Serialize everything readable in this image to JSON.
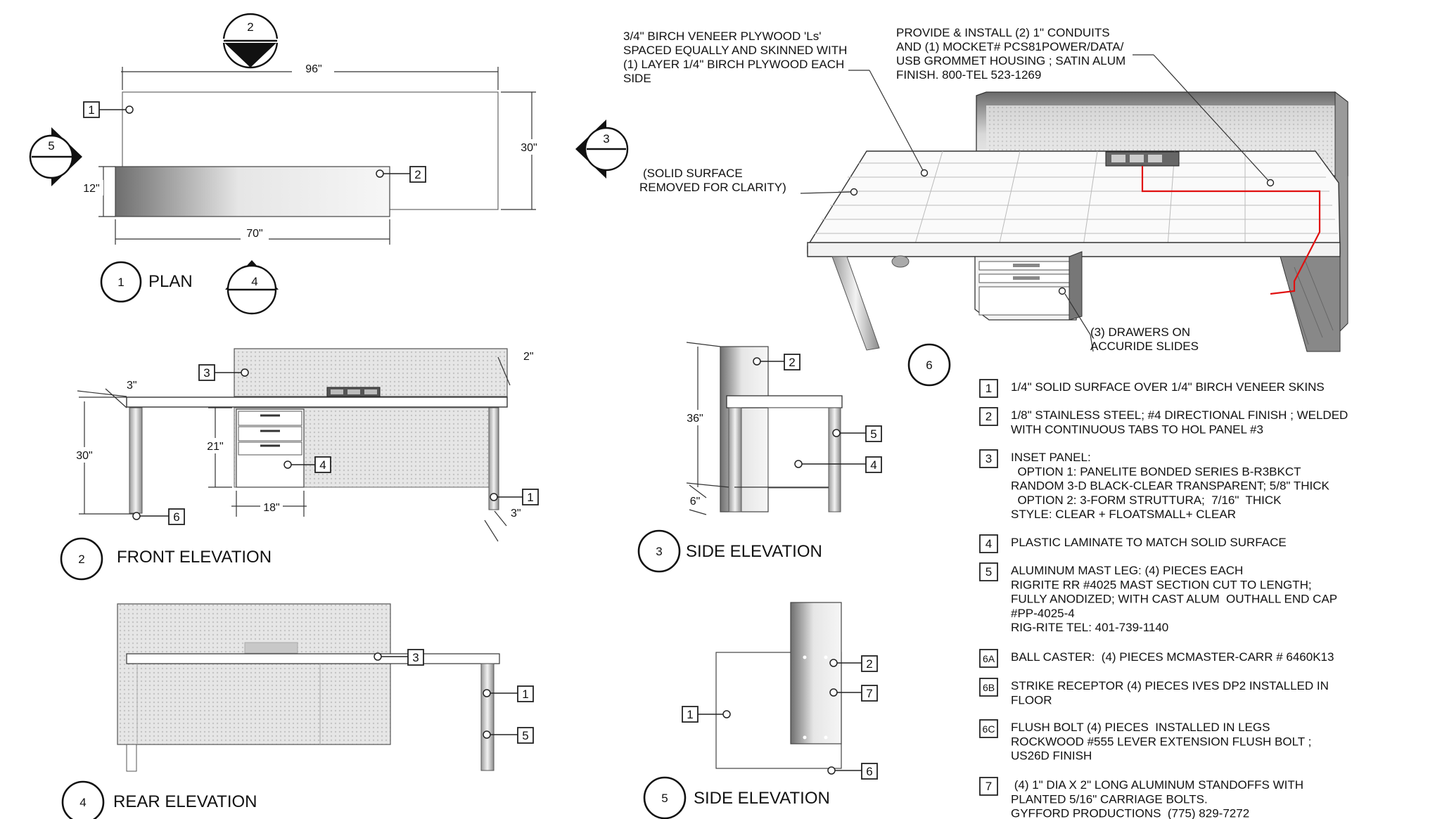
{
  "plan": {
    "dim_width": "96\"",
    "dim_depth": "30\"",
    "dim_top_depth": "12\"",
    "dim_top_width": "70\"",
    "title_num": "1",
    "title": "PLAN",
    "marker_front": "2",
    "marker_side_left": "5",
    "marker_side_right": "3",
    "marker_rear": "4",
    "tag1": "1",
    "tag2": "2"
  },
  "front": {
    "title_num": "2",
    "title": "FRONT ELEVATION",
    "dim_3a": "3\"",
    "dim_2": "2\"",
    "dim_30": "30\"",
    "dim_21": "21\"",
    "dim_18": "18\"",
    "dim_3b": "3\"",
    "tag3": "3",
    "tag4": "4",
    "tag6": "6",
    "tag1": "1"
  },
  "rear": {
    "title_num": "4",
    "title": "REAR ELEVATION",
    "tag3": "3",
    "tag1": "1",
    "tag5": "5"
  },
  "side3": {
    "title_num": "3",
    "title": "SIDE ELEVATION",
    "dim_36": "36\"",
    "dim_6": "6\"",
    "tag2": "2",
    "tag5": "5",
    "tag4": "4"
  },
  "side5": {
    "title_num": "5",
    "title": "SIDE ELEVATION",
    "tag1": "1",
    "tag2": "2",
    "tag7": "7",
    "tag6": "6"
  },
  "iso": {
    "title_num": "6",
    "note_plywood": [
      "3/4\" BIRCH VENEER PLYWOOD 'Ls'",
      "SPACED EQUALLY AND SKINNED WITH",
      "(1) LAYER 1/4\" BIRCH PLYWOOD EACH",
      "SIDE"
    ],
    "note_conduit": [
      "PROVIDE & INSTALL (2) 1\" CONDUITS",
      "AND  (1) MOCKET# PCS81POWER/DATA/",
      "USB GROMMET HOUSING ; SATIN ALUM",
      "FINISH. 800-TEL 523-1269"
    ],
    "note_surface": [
      "(SOLID SURFACE",
      "REMOVED FOR CLARITY)"
    ],
    "note_drawers": [
      "(3) DRAWERS ON",
      "ACCURIDE SLIDES"
    ],
    "conduit_color": "#e01010"
  },
  "legend": [
    {
      "tag": "1",
      "lines": [
        "1/4\" SOLID SURFACE OVER 1/4\" BIRCH VENEER SKINS"
      ]
    },
    {
      "tag": "2",
      "lines": [
        "1/8\" STAINLESS STEEL; #4 DIRECTIONAL FINISH ; WELDED",
        "WITH CONTINUOUS TABS TO HOL PANEL #3"
      ]
    },
    {
      "tag": "3",
      "lines": [
        "INSET PANEL:",
        "  OPTION 1: PANELITE BONDED SERIES B-R3BKCT",
        "RANDOM 3-D BLACK-CLEAR TRANSPARENT; 5/8\" THICK",
        "  OPTION 2: 3-FORM STRUTTURA;  7/16\"  THICK",
        "STYLE: CLEAR + FLOATSMALL+ CLEAR"
      ]
    },
    {
      "tag": "4",
      "lines": [
        "PLASTIC LAMINATE TO MATCH SOLID SURFACE"
      ]
    },
    {
      "tag": "5",
      "lines": [
        "ALUMINUM MAST LEG: (4) PIECES EACH",
        "RIGRITE RR #4025 MAST SECTION CUT TO LENGTH;",
        "FULLY ANODIZED; WITH CAST ALUM  OUTHALL END CAP",
        "#PP-4025-4",
        "RIG-RITE TEL: 401-739-1140"
      ]
    },
    {
      "tag": "6A",
      "lines": [
        "BALL CASTER:  (4) PIECES MCMASTER-CARR # 6460K13"
      ]
    },
    {
      "tag": "6B",
      "lines": [
        "STRIKE RECEPTOR (4) PIECES IVES DP2 INSTALLED IN",
        "FLOOR"
      ]
    },
    {
      "tag": "6C",
      "lines": [
        "FLUSH BOLT (4) PIECES  INSTALLED IN LEGS",
        "ROCKWOOD #555 LEVER EXTENSION FLUSH BOLT ;",
        "US26D FINISH"
      ]
    },
    {
      "tag": "7",
      "lines": [
        " (4) 1\" DIA X 2\" LONG ALUMINUM STANDOFFS WITH",
        "PLANTED 5/16\" CARRIAGE BOLTS.",
        "GYFFORD PRODUCTIONS  (775) 829-7272"
      ]
    }
  ]
}
